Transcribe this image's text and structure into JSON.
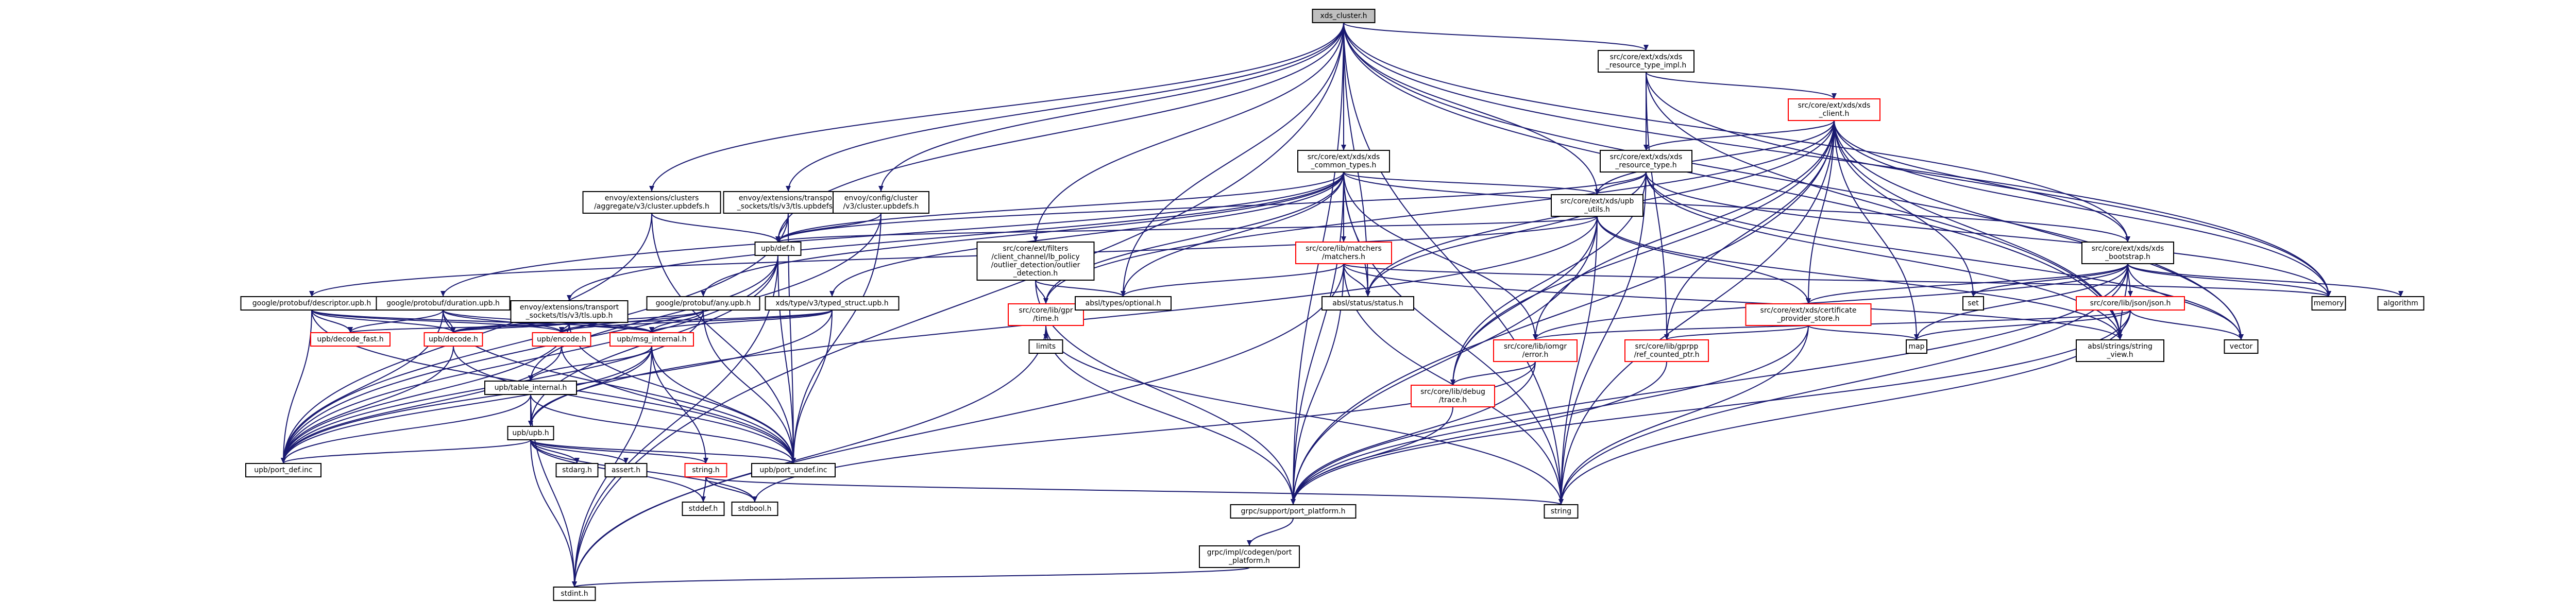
{
  "colors": {
    "background": "#ffffff",
    "edge": "#191970",
    "node_border": "#000000",
    "node_border_red": "#ff0000",
    "root_fill": "#bfbfbf",
    "text": "#000000"
  },
  "nodes": [
    {
      "id": "xds_cluster",
      "lines": [
        "xds_cluster.h"
      ],
      "kind": "root"
    },
    {
      "id": "xds_resource_type_impl",
      "lines": [
        "src/core/ext/xds/xds",
        "_resource_type_impl.h"
      ],
      "kind": "black"
    },
    {
      "id": "xds_client",
      "lines": [
        "src/core/ext/xds/xds",
        "_client.h"
      ],
      "kind": "red"
    },
    {
      "id": "xds_common_types",
      "lines": [
        "src/core/ext/xds/xds",
        "_common_types.h"
      ],
      "kind": "black"
    },
    {
      "id": "xds_resource_type",
      "lines": [
        "src/core/ext/xds/xds",
        "_resource_type.h"
      ],
      "kind": "black"
    },
    {
      "id": "upb_utils",
      "lines": [
        "src/core/ext/xds/upb",
        "_utils.h"
      ],
      "kind": "black"
    },
    {
      "id": "aggregate_cluster",
      "lines": [
        "envoy/extensions/clusters",
        "/aggregate/v3/cluster.upbdefs.h"
      ],
      "kind": "black"
    },
    {
      "id": "transport_tls",
      "lines": [
        "envoy/extensions/transport",
        "_sockets/tls/v3/tls.upbdefs.h"
      ],
      "kind": "black"
    },
    {
      "id": "config_cluster",
      "lines": [
        "envoy/config/cluster",
        "/v3/cluster.upbdefs.h"
      ],
      "kind": "black"
    },
    {
      "id": "outlier_detection",
      "lines": [
        "src/core/ext/filters",
        "/client_channel/lb_policy",
        "/outlier_detection/outlier",
        "_detection.h"
      ],
      "kind": "black"
    },
    {
      "id": "matchers",
      "lines": [
        "src/core/lib/matchers",
        "/matchers.h"
      ],
      "kind": "red"
    },
    {
      "id": "xds_bootstrap",
      "lines": [
        "src/core/ext/xds/xds",
        "_bootstrap.h"
      ],
      "kind": "black"
    },
    {
      "id": "upb_def",
      "lines": [
        "upb/def.h"
      ],
      "kind": "black"
    },
    {
      "id": "gpr_time",
      "lines": [
        "src/core/lib/gpr",
        "/time.h"
      ],
      "kind": "red"
    },
    {
      "id": "absl_optional",
      "lines": [
        "absl/types/optional.h"
      ],
      "kind": "black"
    },
    {
      "id": "status",
      "lines": [
        "absl/status/status.h"
      ],
      "kind": "black"
    },
    {
      "id": "set",
      "lines": [
        "set"
      ],
      "kind": "black"
    },
    {
      "id": "memory",
      "lines": [
        "memory"
      ],
      "kind": "black"
    },
    {
      "id": "algorithm",
      "lines": [
        "algorithm"
      ],
      "kind": "black"
    },
    {
      "id": "descriptor_upb",
      "lines": [
        "google/protobuf/descriptor.upb.h"
      ],
      "kind": "black"
    },
    {
      "id": "duration_upb",
      "lines": [
        "google/protobuf/duration.upb.h"
      ],
      "kind": "black"
    },
    {
      "id": "tls_upb",
      "lines": [
        "envoy/extensions/transport",
        "_sockets/tls/v3/tls.upb.h"
      ],
      "kind": "black"
    },
    {
      "id": "any_upb",
      "lines": [
        "google/protobuf/any.upb.h"
      ],
      "kind": "black"
    },
    {
      "id": "typed_struct",
      "lines": [
        "xds/type/v3/typed_struct.upb.h"
      ],
      "kind": "black"
    },
    {
      "id": "certificate_provider_store",
      "lines": [
        "src/core/ext/xds/certificate",
        "_provider_store.h"
      ],
      "kind": "red"
    },
    {
      "id": "json",
      "lines": [
        "src/core/lib/json/json.h"
      ],
      "kind": "red"
    },
    {
      "id": "decode_fast",
      "lines": [
        "upb/decode_fast.h"
      ],
      "kind": "red"
    },
    {
      "id": "upb_decode",
      "lines": [
        "upb/decode.h"
      ],
      "kind": "red"
    },
    {
      "id": "upb_encode",
      "lines": [
        "upb/encode.h"
      ],
      "kind": "red"
    },
    {
      "id": "msg_internal",
      "lines": [
        "upb/msg_internal.h"
      ],
      "kind": "red"
    },
    {
      "id": "limits",
      "lines": [
        "limits"
      ],
      "kind": "black"
    },
    {
      "id": "error",
      "lines": [
        "src/core/lib/iomgr",
        "/error.h"
      ],
      "kind": "red"
    },
    {
      "id": "ref_counted_ptr",
      "lines": [
        "src/core/lib/gprpp",
        "/ref_counted_ptr.h"
      ],
      "kind": "red"
    },
    {
      "id": "map",
      "lines": [
        "map"
      ],
      "kind": "black"
    },
    {
      "id": "string_view",
      "lines": [
        "absl/strings/string",
        "_view.h"
      ],
      "kind": "black"
    },
    {
      "id": "vector",
      "lines": [
        "vector"
      ],
      "kind": "black"
    },
    {
      "id": "table_internal",
      "lines": [
        "upb/table_internal.h"
      ],
      "kind": "black"
    },
    {
      "id": "trace",
      "lines": [
        "src/core/lib/debug",
        "/trace.h"
      ],
      "kind": "red"
    },
    {
      "id": "upb_h",
      "lines": [
        "upb/upb.h"
      ],
      "kind": "black"
    },
    {
      "id": "port_def",
      "lines": [
        "upb/port_def.inc"
      ],
      "kind": "black"
    },
    {
      "id": "port_undef",
      "lines": [
        "upb/port_undef.inc"
      ],
      "kind": "black"
    },
    {
      "id": "stdarg",
      "lines": [
        "stdarg.h"
      ],
      "kind": "black"
    },
    {
      "id": "assert",
      "lines": [
        "assert.h"
      ],
      "kind": "black"
    },
    {
      "id": "string_h",
      "lines": [
        "string.h"
      ],
      "kind": "red"
    },
    {
      "id": "stddef",
      "lines": [
        "stddef.h"
      ],
      "kind": "black"
    },
    {
      "id": "stdbool",
      "lines": [
        "stdbool.h"
      ],
      "kind": "black"
    },
    {
      "id": "port_platform",
      "lines": [
        "grpc/support/port_platform.h"
      ],
      "kind": "black"
    },
    {
      "id": "string",
      "lines": [
        "string"
      ],
      "kind": "black"
    },
    {
      "id": "impl_port_platform",
      "lines": [
        "grpc/impl/codegen/port",
        "_platform.h"
      ],
      "kind": "black"
    },
    {
      "id": "stdint",
      "lines": [
        "stdint.h"
      ],
      "kind": "black"
    }
  ],
  "edges": [
    [
      "xds_cluster",
      "xds_resource_type_impl"
    ],
    [
      "xds_cluster",
      "xds_common_types"
    ],
    [
      "xds_cluster",
      "aggregate_cluster"
    ],
    [
      "xds_cluster",
      "transport_tls"
    ],
    [
      "xds_cluster",
      "config_cluster"
    ],
    [
      "xds_cluster",
      "outlier_detection"
    ],
    [
      "xds_cluster",
      "upb_utils"
    ],
    [
      "xds_cluster",
      "xds_bootstrap"
    ],
    [
      "xds_cluster",
      "absl_optional"
    ],
    [
      "xds_cluster",
      "status"
    ],
    [
      "xds_cluster",
      "memory"
    ],
    [
      "xds_cluster",
      "string_view"
    ],
    [
      "xds_cluster",
      "vector"
    ],
    [
      "xds_cluster",
      "string"
    ],
    [
      "xds_cluster",
      "stdint"
    ],
    [
      "xds_cluster",
      "upb_def"
    ],
    [
      "xds_cluster",
      "port_platform"
    ],
    [
      "xds_resource_type_impl",
      "xds_client"
    ],
    [
      "xds_resource_type_impl",
      "xds_resource_type"
    ],
    [
      "xds_resource_type_impl",
      "memory"
    ],
    [
      "xds_resource_type_impl",
      "string_view"
    ],
    [
      "xds_resource_type_impl",
      "ref_counted_ptr"
    ],
    [
      "xds_client",
      "xds_resource_type"
    ],
    [
      "xds_client",
      "xds_bootstrap"
    ],
    [
      "xds_client",
      "certificate_provider_store"
    ],
    [
      "xds_client",
      "upb_utils"
    ],
    [
      "xds_client",
      "map"
    ],
    [
      "xds_client",
      "set"
    ],
    [
      "xds_client",
      "memory"
    ],
    [
      "xds_client",
      "string"
    ],
    [
      "xds_client",
      "vector"
    ],
    [
      "xds_client",
      "error"
    ],
    [
      "xds_client",
      "ref_counted_ptr"
    ],
    [
      "xds_client",
      "status"
    ],
    [
      "xds_client",
      "port_platform"
    ],
    [
      "xds_client",
      "gpr_time"
    ],
    [
      "xds_client",
      "trace"
    ],
    [
      "xds_client",
      "string_view"
    ],
    [
      "xds_common_types",
      "upb_def"
    ],
    [
      "xds_common_types",
      "matchers"
    ],
    [
      "xds_common_types",
      "upb_utils"
    ],
    [
      "xds_common_types",
      "status"
    ],
    [
      "xds_common_types",
      "absl_optional"
    ],
    [
      "xds_common_types",
      "string"
    ],
    [
      "xds_common_types",
      "gpr_time"
    ],
    [
      "xds_common_types",
      "error"
    ],
    [
      "xds_common_types",
      "port_platform"
    ],
    [
      "xds_common_types",
      "duration_upb"
    ],
    [
      "xds_common_types",
      "typed_struct"
    ],
    [
      "xds_common_types",
      "any_upb"
    ],
    [
      "xds_common_types",
      "tls_upb"
    ],
    [
      "xds_common_types",
      "xds_bootstrap"
    ],
    [
      "xds_resource_type",
      "upb_utils"
    ],
    [
      "xds_resource_type",
      "upb_def"
    ],
    [
      "xds_resource_type",
      "status"
    ],
    [
      "xds_resource_type",
      "string"
    ],
    [
      "xds_resource_type",
      "memory"
    ],
    [
      "xds_resource_type",
      "vector"
    ],
    [
      "xds_resource_type",
      "string_view"
    ],
    [
      "xds_resource_type",
      "trace"
    ],
    [
      "upb_utils",
      "upb_def"
    ],
    [
      "upb_utils",
      "upb_h"
    ],
    [
      "upb_utils",
      "string_view"
    ],
    [
      "upb_utils",
      "port_platform"
    ],
    [
      "upb_utils",
      "string"
    ],
    [
      "upb_utils",
      "trace"
    ],
    [
      "upb_utils",
      "descriptor_upb"
    ],
    [
      "upb_utils",
      "certificate_provider_store"
    ],
    [
      "aggregate_cluster",
      "upb_def"
    ],
    [
      "aggregate_cluster",
      "port_def"
    ],
    [
      "aggregate_cluster",
      "port_undef"
    ],
    [
      "transport_tls",
      "upb_def"
    ],
    [
      "transport_tls",
      "port_def"
    ],
    [
      "transport_tls",
      "port_undef"
    ],
    [
      "config_cluster",
      "upb_def"
    ],
    [
      "config_cluster",
      "port_def"
    ],
    [
      "config_cluster",
      "port_undef"
    ],
    [
      "outlier_detection",
      "gpr_time"
    ],
    [
      "outlier_detection",
      "absl_optional"
    ],
    [
      "outlier_detection",
      "port_platform"
    ],
    [
      "matchers",
      "absl_optional"
    ],
    [
      "matchers",
      "status"
    ],
    [
      "matchers",
      "memory"
    ],
    [
      "matchers",
      "string"
    ],
    [
      "matchers",
      "port_platform"
    ],
    [
      "matchers",
      "stdint"
    ],
    [
      "matchers",
      "string_view"
    ],
    [
      "xds_bootstrap",
      "map"
    ],
    [
      "xds_bootstrap",
      "set"
    ],
    [
      "xds_bootstrap",
      "memory"
    ],
    [
      "xds_bootstrap",
      "algorithm"
    ],
    [
      "xds_bootstrap",
      "vector"
    ],
    [
      "xds_bootstrap",
      "string"
    ],
    [
      "xds_bootstrap",
      "json"
    ],
    [
      "xds_bootstrap",
      "certificate_provider_store"
    ],
    [
      "xds_bootstrap",
      "error"
    ],
    [
      "xds_bootstrap",
      "string_view"
    ],
    [
      "xds_bootstrap",
      "port_platform"
    ],
    [
      "upb_def",
      "upb_h"
    ],
    [
      "upb_def",
      "port_def"
    ],
    [
      "upb_def",
      "port_undef"
    ],
    [
      "upb_def",
      "table_internal"
    ],
    [
      "upb_def",
      "stdint"
    ],
    [
      "gpr_time",
      "limits"
    ],
    [
      "gpr_time",
      "string"
    ],
    [
      "gpr_time",
      "stdint"
    ],
    [
      "gpr_time",
      "port_platform"
    ],
    [
      "descriptor_upb",
      "msg_internal"
    ],
    [
      "descriptor_upb",
      "decode_fast"
    ],
    [
      "descriptor_upb",
      "upb_decode"
    ],
    [
      "descriptor_upb",
      "upb_encode"
    ],
    [
      "descriptor_upb",
      "port_def"
    ],
    [
      "descriptor_upb",
      "port_undef"
    ],
    [
      "duration_upb",
      "msg_internal"
    ],
    [
      "duration_upb",
      "decode_fast"
    ],
    [
      "duration_upb",
      "upb_decode"
    ],
    [
      "duration_upb",
      "upb_encode"
    ],
    [
      "duration_upb",
      "port_def"
    ],
    [
      "duration_upb",
      "port_undef"
    ],
    [
      "tls_upb",
      "msg_internal"
    ],
    [
      "tls_upb",
      "decode_fast"
    ],
    [
      "tls_upb",
      "upb_decode"
    ],
    [
      "tls_upb",
      "upb_encode"
    ],
    [
      "tls_upb",
      "port_def"
    ],
    [
      "tls_upb",
      "port_undef"
    ],
    [
      "any_upb",
      "msg_internal"
    ],
    [
      "any_upb",
      "upb_decode"
    ],
    [
      "any_upb",
      "upb_encode"
    ],
    [
      "any_upb",
      "port_def"
    ],
    [
      "any_upb",
      "port_undef"
    ],
    [
      "typed_struct",
      "msg_internal"
    ],
    [
      "typed_struct",
      "upb_decode"
    ],
    [
      "typed_struct",
      "upb_encode"
    ],
    [
      "typed_struct",
      "port_def"
    ],
    [
      "typed_struct",
      "port_undef"
    ],
    [
      "certificate_provider_store",
      "ref_counted_ptr"
    ],
    [
      "certificate_provider_store",
      "map"
    ],
    [
      "certificate_provider_store",
      "string"
    ],
    [
      "certificate_provider_store",
      "port_platform"
    ],
    [
      "json",
      "map"
    ],
    [
      "json",
      "string"
    ],
    [
      "json",
      "vector"
    ],
    [
      "json",
      "string_view"
    ],
    [
      "json",
      "error"
    ],
    [
      "json",
      "port_platform"
    ],
    [
      "upb_decode",
      "port_def"
    ],
    [
      "upb_decode",
      "port_undef"
    ],
    [
      "upb_encode",
      "port_def"
    ],
    [
      "upb_encode",
      "port_undef"
    ],
    [
      "msg_internal",
      "table_internal"
    ],
    [
      "msg_internal",
      "upb_h"
    ],
    [
      "msg_internal",
      "port_def"
    ],
    [
      "msg_internal",
      "port_undef"
    ],
    [
      "msg_internal",
      "string_h"
    ],
    [
      "msg_internal",
      "stdint"
    ],
    [
      "error",
      "trace"
    ],
    [
      "error",
      "port_platform"
    ],
    [
      "error",
      "stdbool"
    ],
    [
      "ref_counted_ptr",
      "port_platform"
    ],
    [
      "trace",
      "port_platform"
    ],
    [
      "table_internal",
      "upb_h"
    ],
    [
      "table_internal",
      "port_def"
    ],
    [
      "table_internal",
      "port_undef"
    ],
    [
      "table_internal",
      "stdint"
    ],
    [
      "upb_h",
      "stdarg"
    ],
    [
      "upb_h",
      "assert"
    ],
    [
      "upb_h",
      "string_h"
    ],
    [
      "upb_h",
      "stddef"
    ],
    [
      "upb_h",
      "stdbool"
    ],
    [
      "upb_h",
      "stdint"
    ],
    [
      "upb_h",
      "port_def"
    ],
    [
      "upb_h",
      "port_undef"
    ],
    [
      "string_h",
      "stddef"
    ],
    [
      "string_h",
      "stdbool"
    ],
    [
      "string_h",
      "string"
    ],
    [
      "port_platform",
      "impl_port_platform"
    ],
    [
      "impl_port_platform",
      "stdint"
    ]
  ]
}
